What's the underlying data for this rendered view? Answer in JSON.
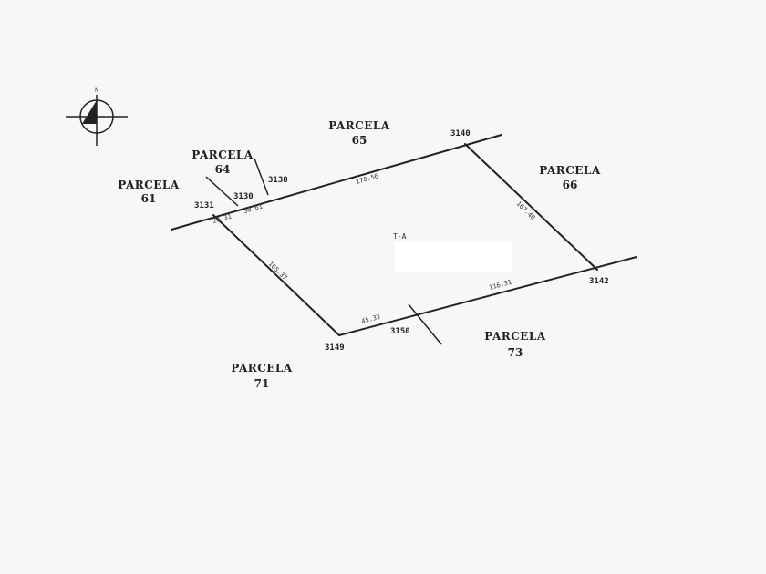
{
  "north_arrow": {
    "label": "N"
  },
  "parcels": {
    "p61": {
      "name": "PARCELA",
      "number": "61"
    },
    "p64": {
      "name": "PARCELA",
      "number": "64"
    },
    "p65": {
      "name": "PARCELA",
      "number": "65"
    },
    "p66": {
      "name": "PARCELA",
      "number": "66"
    },
    "p71": {
      "name": "PARCELA",
      "number": "71"
    },
    "p73": {
      "name": "PARCELA",
      "number": "73"
    }
  },
  "vertices": {
    "v3131": "3131",
    "v3130": "3130",
    "v3138": "3138",
    "v3140": "3140",
    "v3142": "3142",
    "v3150": "3150",
    "v3149": "3149"
  },
  "dimensions": {
    "d1": "20.31",
    "d2": "30.61",
    "d3": "170.56",
    "d4": "167.40",
    "d5": "116.31",
    "d6": "45.33",
    "d7": "165.37"
  },
  "lot_label": "T-A",
  "colors": {
    "background": "#f7f7f7",
    "ink": "#222222",
    "mask": "#ffffff"
  }
}
